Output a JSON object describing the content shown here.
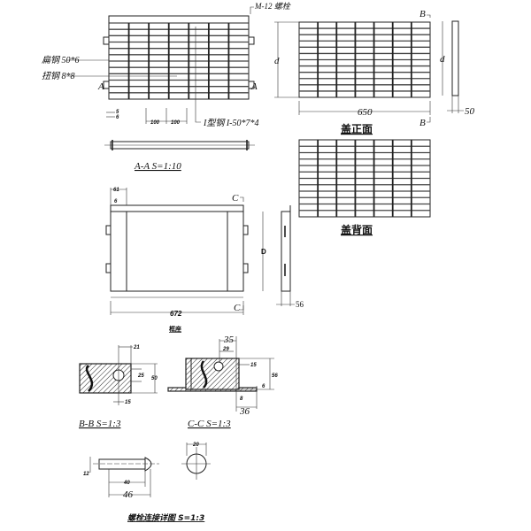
{
  "top_view": {
    "bolt_label": "M-12 螺栓",
    "flat_steel_label": "扁钢 50*6",
    "twisted_steel_label": "扭钢 8*8",
    "section_mark_left": "A",
    "section_mark_right": "A",
    "dim_5": "5",
    "dim_6": "6",
    "dim_100_a": "100",
    "dim_100_b": "100",
    "i_beam_label": "I型钢 I-50*7*4"
  },
  "section_aa": {
    "title": "A-A  S=1:10"
  },
  "cover_front": {
    "height_label": "d",
    "width_dim": "650",
    "side_height_label": "d",
    "side_thickness_dim": "50",
    "section_mark_top": "B",
    "section_mark_bottom": "B",
    "title": "盖正面"
  },
  "cover_back": {
    "title": "盖背面"
  },
  "frame": {
    "dim_61": "61",
    "dim_6": "6",
    "section_mark_top": "C",
    "section_mark_bottom": "C",
    "width_dim": "672",
    "height_label": "D",
    "side_dim": "56",
    "title": "框座"
  },
  "section_bb": {
    "dim_21": "21",
    "dim_25": "25",
    "dim_50": "50",
    "dim_15": "15",
    "title": "B-B  S=1:3"
  },
  "section_cc": {
    "dim_35": "35",
    "dim_29": "29",
    "dim_15": "15",
    "dim_56": "56",
    "dim_6": "6",
    "dim_8": "8",
    "dim_36": "36",
    "title": "C-C  S=1:3"
  },
  "bolt_detail": {
    "dim_12": "12",
    "dim_40": "40",
    "dim_46": "46",
    "dim_20": "20",
    "title": "螺栓连接详图  S=1:3"
  }
}
